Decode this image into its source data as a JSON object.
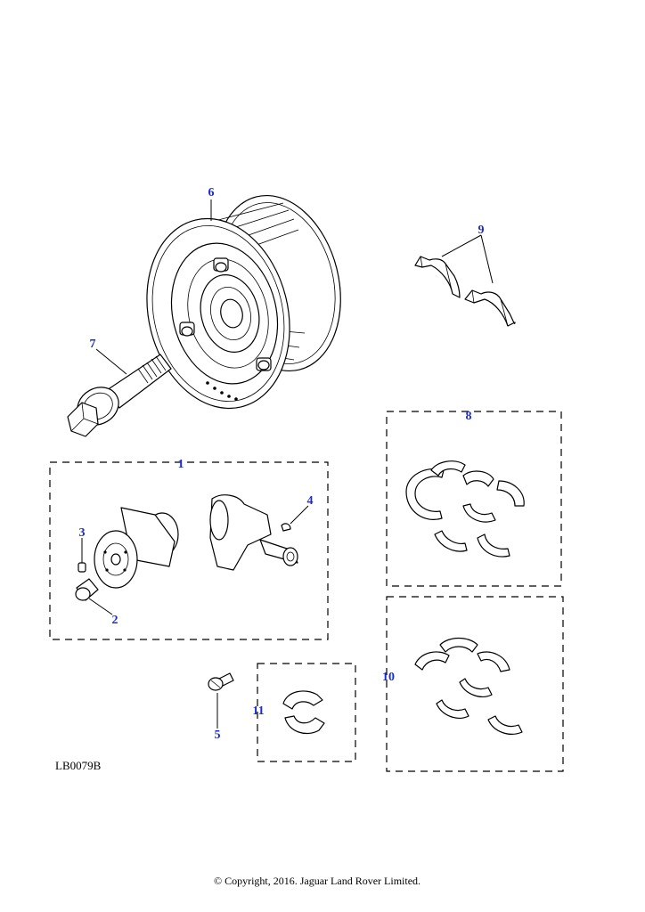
{
  "diagram": {
    "reference_code": "LB0079B",
    "copyright": "© Copyright, 2016. Jaguar Land Rover Limited.",
    "callouts": [
      "1",
      "2",
      "3",
      "4",
      "5",
      "6",
      "7",
      "8",
      "9",
      "10",
      "11"
    ]
  },
  "colors": {
    "callout": "#1a2bd8",
    "line": "#000000",
    "background": "#ffffff"
  }
}
